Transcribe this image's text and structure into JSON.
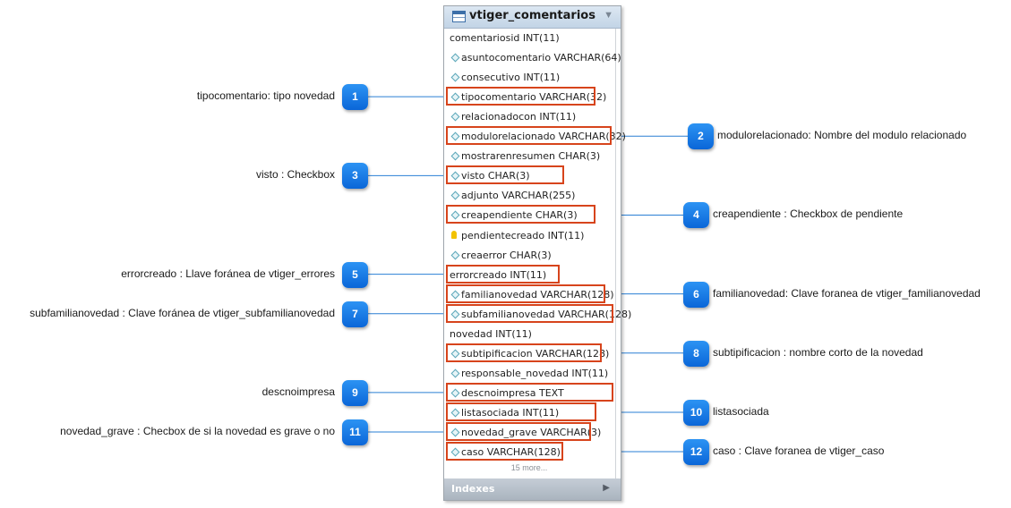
{
  "table": {
    "name": "vtiger_comentarios",
    "columns": [
      {
        "label": "comentariosid INT(11)",
        "icon": "none"
      },
      {
        "label": "asuntocomentario VARCHAR(64)",
        "icon": "diamond"
      },
      {
        "label": "consecutivo INT(11)",
        "icon": "diamond"
      },
      {
        "label": "tipocomentario VARCHAR(32)",
        "icon": "diamond"
      },
      {
        "label": "relacionadocon INT(11)",
        "icon": "diamond"
      },
      {
        "label": "modulorelacionado VARCHAR(32)",
        "icon": "diamond"
      },
      {
        "label": "mostrarenresumen CHAR(3)",
        "icon": "diamond"
      },
      {
        "label": "visto CHAR(3)",
        "icon": "diamond"
      },
      {
        "label": "adjunto VARCHAR(255)",
        "icon": "diamond"
      },
      {
        "label": "creapendiente CHAR(3)",
        "icon": "diamond"
      },
      {
        "label": "pendientecreado INT(11)",
        "icon": "key"
      },
      {
        "label": "creaerror CHAR(3)",
        "icon": "diamond"
      },
      {
        "label": "errorcreado INT(11)",
        "icon": "none"
      },
      {
        "label": "familianovedad VARCHAR(128)",
        "icon": "diamond"
      },
      {
        "label": "subfamilianovedad VARCHAR(128)",
        "icon": "diamond"
      },
      {
        "label": "novedad INT(11)",
        "icon": "none"
      },
      {
        "label": "subtipificacion VARCHAR(128)",
        "icon": "diamond"
      },
      {
        "label": "responsable_novedad INT(11)",
        "icon": "diamond"
      },
      {
        "label": "descnoimpresa TEXT",
        "icon": "diamond"
      },
      {
        "label": "listasociada INT(11)",
        "icon": "diamond"
      },
      {
        "label": "novedad_grave VARCHAR(3)",
        "icon": "diamond"
      },
      {
        "label": "caso VARCHAR(128)",
        "icon": "diamond"
      }
    ],
    "more_label": "15 more...",
    "indexes_label": "Indexes"
  },
  "annotations": [
    {
      "number": "1",
      "side": "left",
      "row": 3,
      "text": "tipocomentario: tipo novedad"
    },
    {
      "number": "2",
      "side": "right",
      "row": 5,
      "text": "modulorelacionado: Nombre del modulo relacionado"
    },
    {
      "number": "3",
      "side": "left",
      "row": 7,
      "text": "visto : Checkbox"
    },
    {
      "number": "4",
      "side": "right",
      "row": 9,
      "text": "creapendiente : Checkbox de pendiente"
    },
    {
      "number": "5",
      "side": "left",
      "row": 12,
      "text": "errorcreado : Llave foránea de vtiger_errores"
    },
    {
      "number": "6",
      "side": "right",
      "row": 13,
      "text": "familianovedad: Clave foranea de vtiger_familianovedad"
    },
    {
      "number": "7",
      "side": "left",
      "row": 14,
      "text": "subfamilianovedad : Clave foránea de vtiger_subfamilianovedad"
    },
    {
      "number": "8",
      "side": "right",
      "row": 16,
      "text": "subtipificacion : nombre corto de la novedad"
    },
    {
      "number": "9",
      "side": "left",
      "row": 18,
      "text": "descnoimpresa"
    },
    {
      "number": "10",
      "side": "right",
      "row": 19,
      "text": "listasociada"
    },
    {
      "number": "11",
      "side": "left",
      "row": 20,
      "text": "novedad_grave : Checbox de si la novedad es grave o no"
    },
    {
      "number": "12",
      "side": "right",
      "row": 21,
      "text": "caso : Clave foranea de vtiger_caso"
    }
  ],
  "colors": {
    "highlight": "#d7441c",
    "badge": "#1479e6",
    "connector": "#2a7fd4"
  }
}
